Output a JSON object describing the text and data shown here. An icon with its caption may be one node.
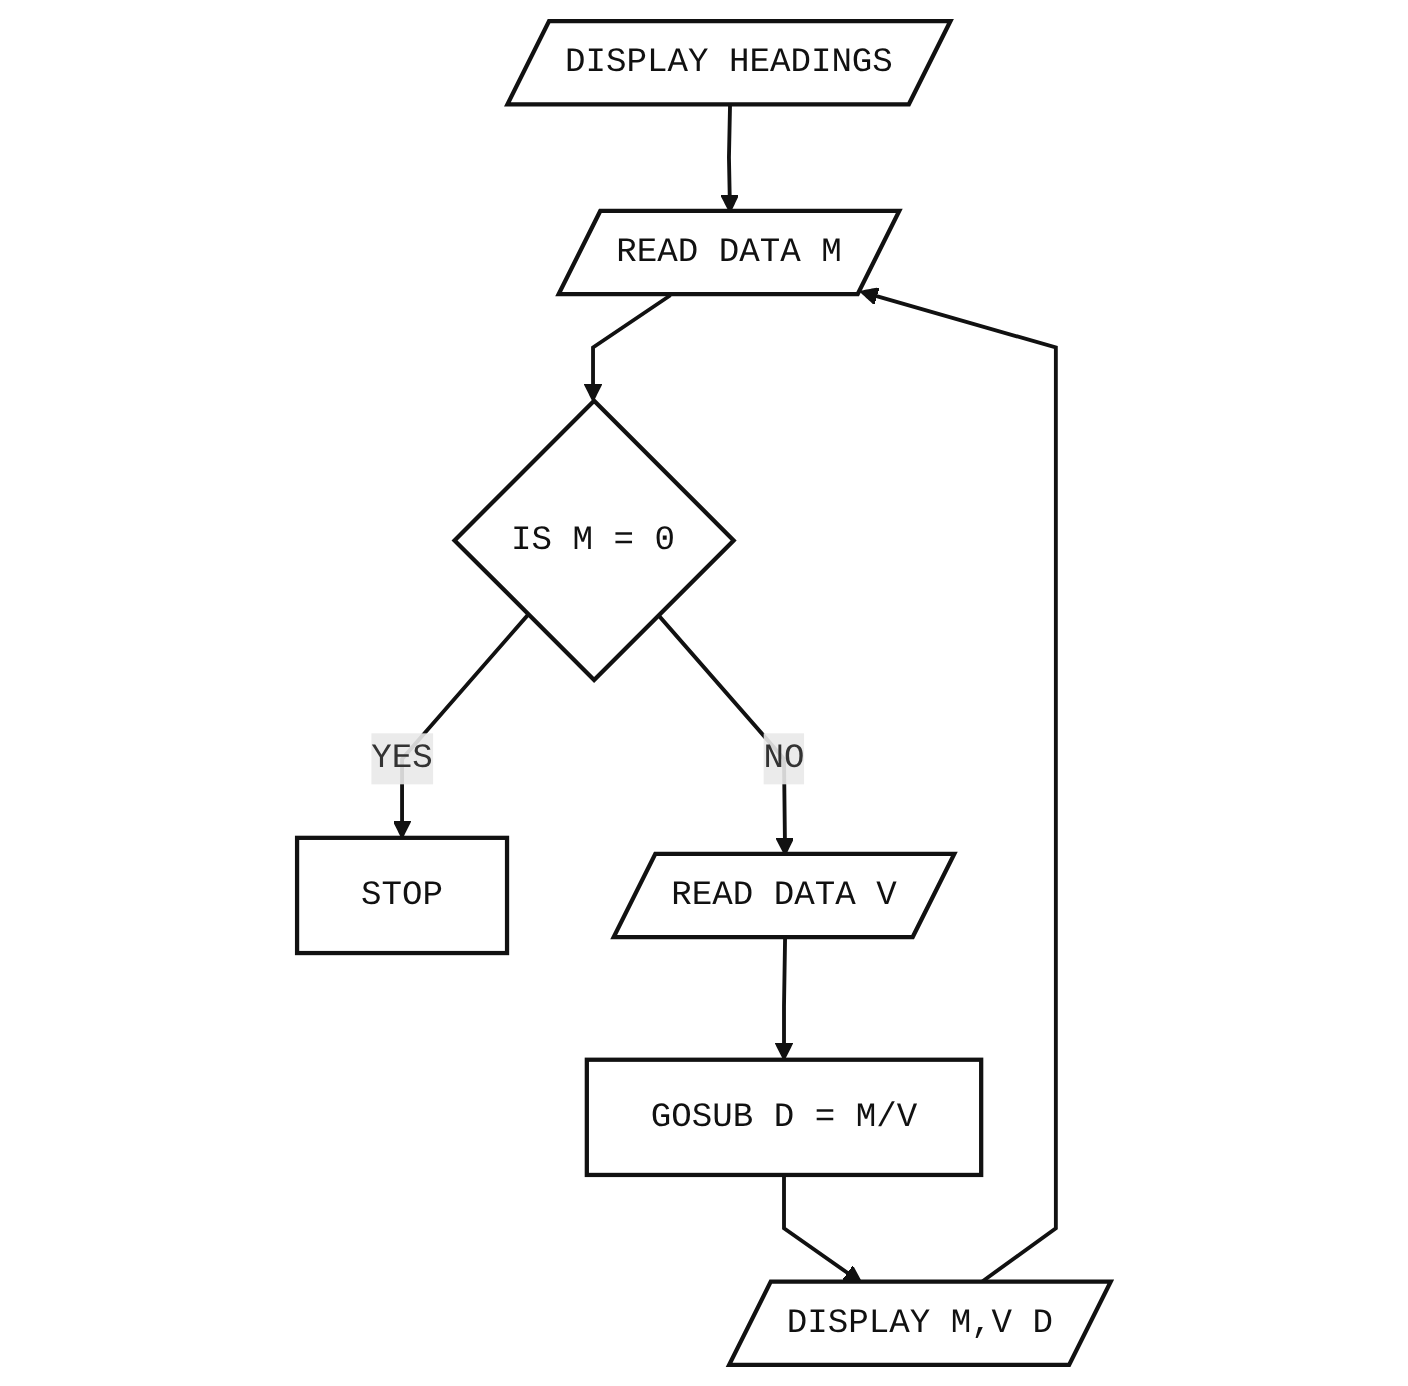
{
  "diagram": {
    "nodes": [
      {
        "text": [
          "DISPLAY HEADINGS"
        ]
      },
      {
        "text": [
          "READ DATA M"
        ]
      },
      {
        "text": [
          "IS M = 0"
        ]
      },
      {
        "text": [
          "STOP"
        ]
      },
      {
        "text": [
          "READ DATA V"
        ]
      },
      {
        "text": [
          "GOSUB D = M/V"
        ]
      },
      {
        "text": [
          "DISPLAY M,V D"
        ]
      }
    ],
    "edges": [
      {
        "from": 0,
        "to": 1,
        "arrow": "to"
      },
      {
        "from": 1,
        "to": 2,
        "arrow": "to"
      },
      {
        "from": 2,
        "to": 3,
        "arrow": "to",
        "label": "YES"
      },
      {
        "from": 2,
        "to": 4,
        "arrow": "to",
        "label": "NO"
      },
      {
        "from": 4,
        "to": 5,
        "arrow": "to"
      },
      {
        "from": 5,
        "to": 6,
        "arrow": "to"
      },
      {
        "from": 6,
        "to": 1,
        "arrow": "to"
      }
    ]
  }
}
